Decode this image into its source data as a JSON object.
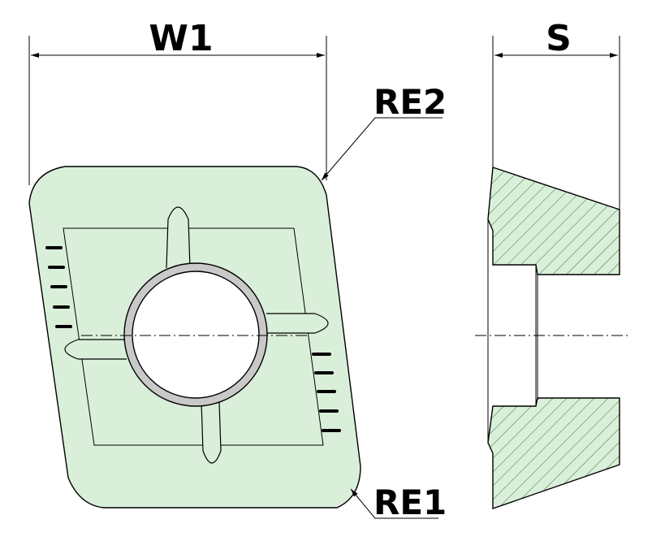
{
  "labels": {
    "width": "W1",
    "thickness": "S",
    "corner_radius_top": "RE2",
    "corner_radius_bottom": "RE1"
  },
  "colors": {
    "insert_fill": "#d9efd9",
    "hatch_line": "#3a6a3a",
    "hole_ring": "#c9c9c9",
    "line": "#000000"
  },
  "views": [
    "top-view",
    "side-section-view"
  ]
}
